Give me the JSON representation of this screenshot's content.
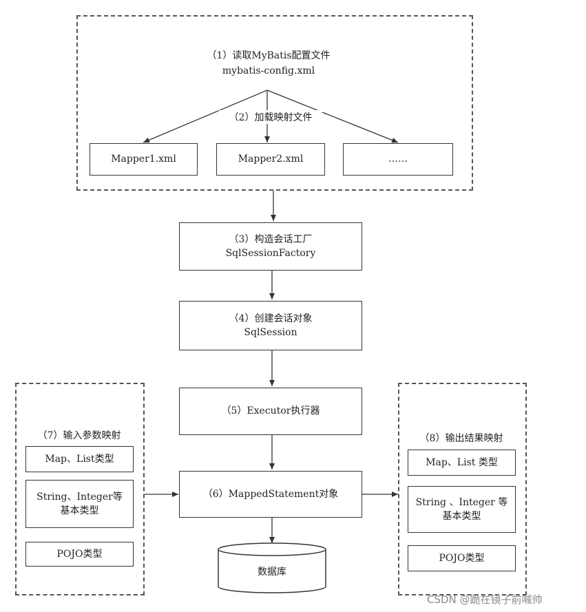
{
  "step1": {
    "line1": "（1）读取MyBatis配置文件",
    "line2": "mybatis-config.xml"
  },
  "step2": {
    "label": "（2）加载映射文件"
  },
  "mappers": [
    "Mapper1.xml",
    "Mapper2.xml",
    "……"
  ],
  "step3": {
    "line1": "（3）构造会话工厂",
    "line2": "SqlSessionFactory"
  },
  "step4": {
    "line1": "（4）创建会话对象",
    "line2": "SqlSession"
  },
  "step5": {
    "label": "（5）Executor执行器"
  },
  "step6": {
    "label": "（6）MappedStatement对象"
  },
  "database": {
    "label": "数据库"
  },
  "input_mapping": {
    "title": "（7）输入参数映射",
    "items": [
      "Map、List类型",
      "String、Integer等\n基本类型",
      "POJO类型"
    ]
  },
  "output_mapping": {
    "title": "（8）输出结果映射",
    "items": [
      "Map、List 类型",
      "String 、Integer 等\n基本类型",
      "POJO类型"
    ]
  },
  "watermark": "CSDN @跪在镜子前喊帅"
}
